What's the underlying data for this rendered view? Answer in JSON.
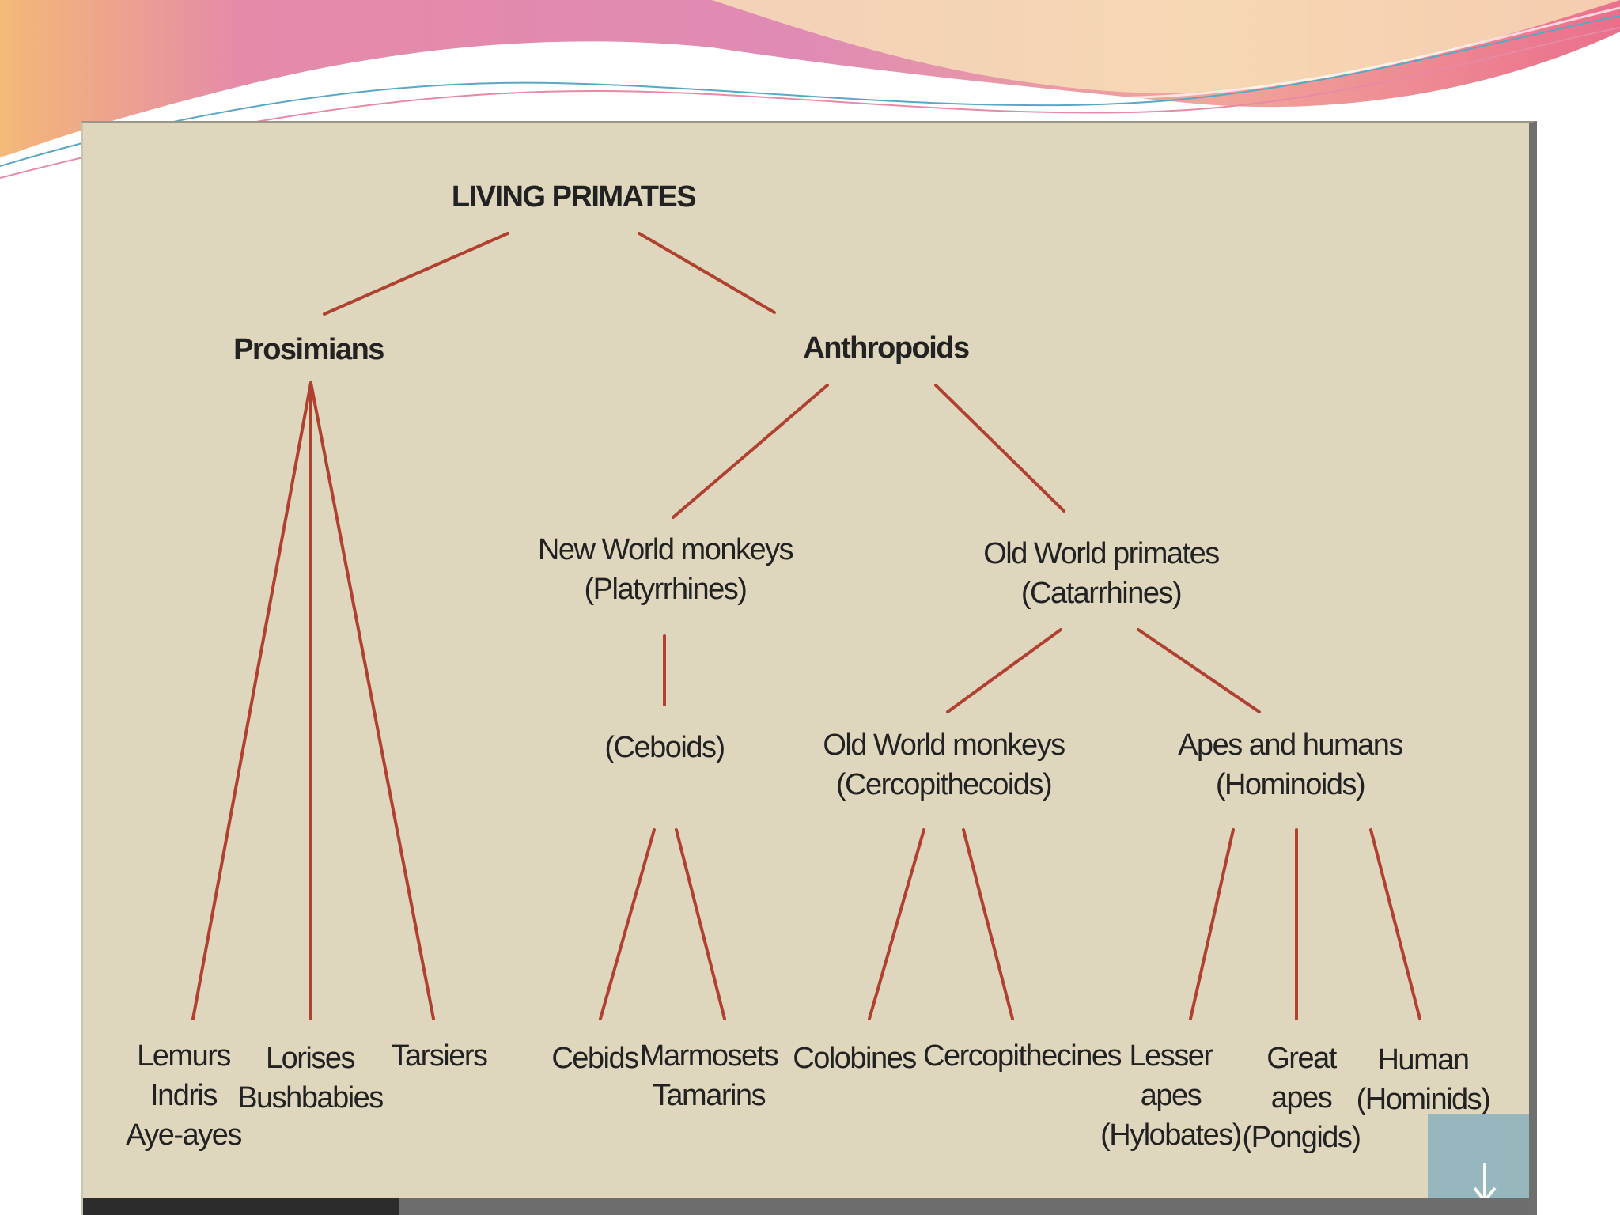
{
  "diagram": {
    "title": "LIVING PRIMATES",
    "nodes": {
      "prosimians": "Prosimians",
      "anthropoids": "Anthropoids",
      "new_world": [
        "New World monkeys",
        "(Platyrrhines)"
      ],
      "old_world_primates": [
        "Old World primates",
        "(Catarrhines)"
      ],
      "ceboids": "(Ceboids)",
      "old_world_monkeys": [
        "Old World monkeys",
        "(Cercopithecoids)"
      ],
      "apes_humans": [
        "Apes and humans",
        "(Hominoids)"
      ],
      "lemurs": [
        "Lemurs",
        "Indris",
        "Aye-ayes"
      ],
      "lorises": [
        "Lorises",
        "Bushbabies"
      ],
      "tarsiers": "Tarsiers",
      "cebids": "Cebids",
      "marmosets": [
        "Marmosets",
        "Tamarins"
      ],
      "colobines": "Colobines",
      "cercopithecines": "Cercopithecines",
      "lesser_apes": [
        "Lesser",
        "apes",
        "(Hylobates)"
      ],
      "great_apes": [
        "Great",
        "apes",
        "(Pongids)"
      ],
      "human": [
        "Human",
        "(Hominids)"
      ]
    },
    "line_color": "#b0402f",
    "background_color": "#ded7bd"
  },
  "controls": {
    "download_icon": "arrow-down-icon"
  }
}
